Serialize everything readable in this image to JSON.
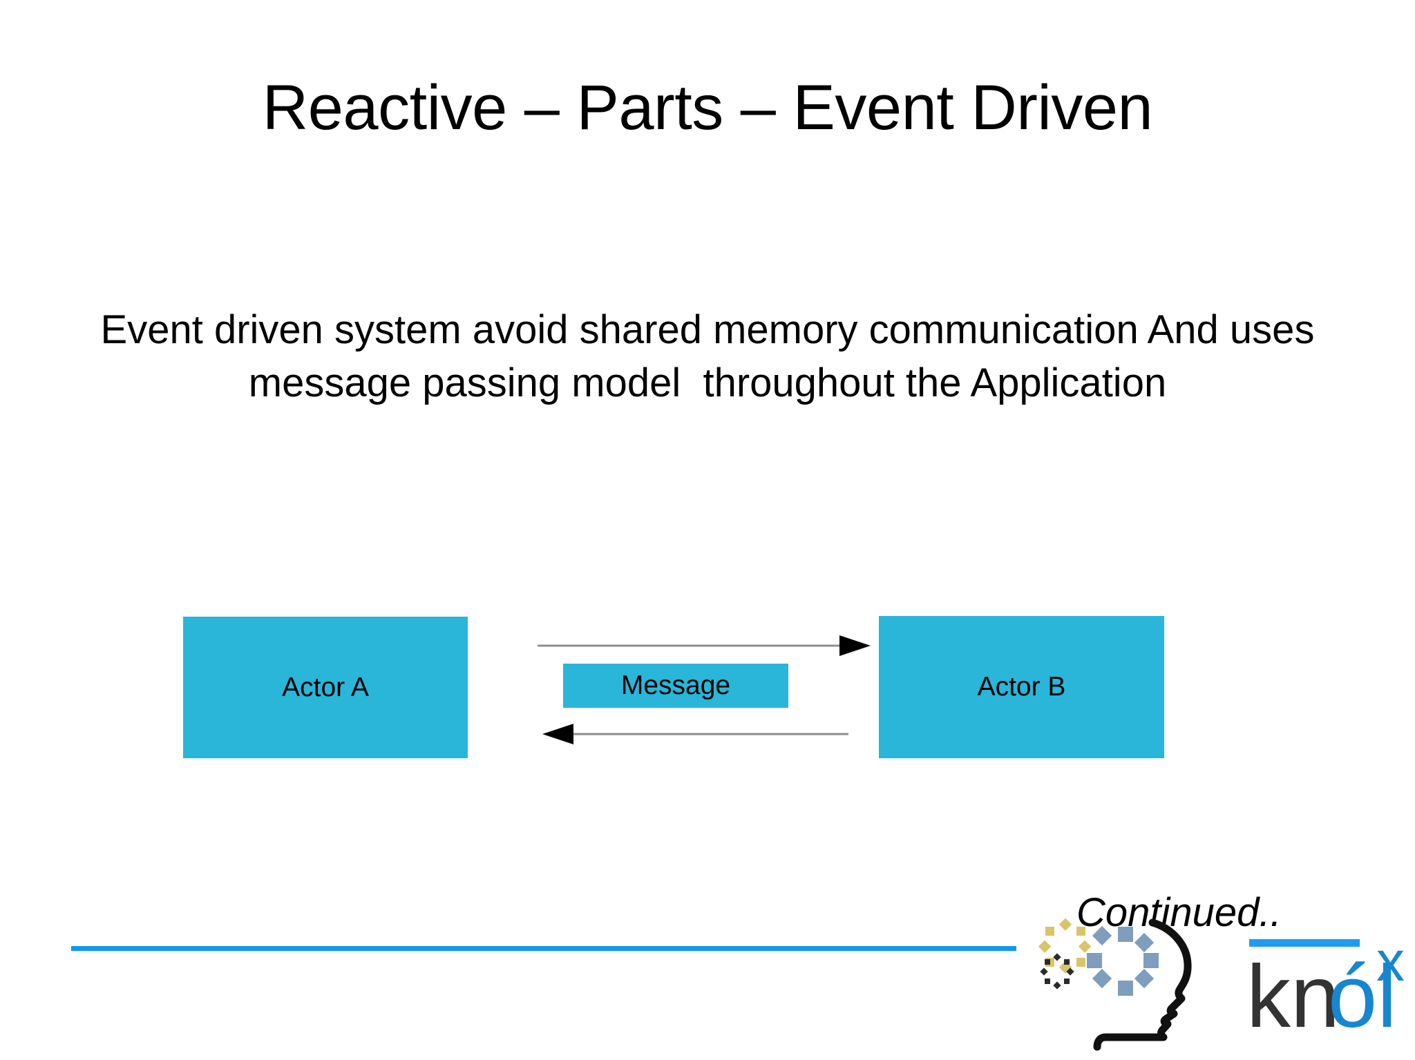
{
  "slide": {
    "title": "Reactive – Parts – Event Driven",
    "body": "Event driven system avoid shared memory communication And uses message passing model  throughout the Application",
    "body_lines": [
      "Event driven system avoid shared memory communication",
      "And uses message passing model  throughout the",
      "Application"
    ],
    "continued_note": "Continued..",
    "background_color": "#ffffff",
    "text_color": "#000000"
  },
  "diagram": {
    "type": "actor-message-exchange",
    "accent_color": "#29b6d8",
    "actor_a": {
      "label": "Actor A"
    },
    "actor_b": {
      "label": "Actor B"
    },
    "message": {
      "label": "Message"
    },
    "arrows": [
      {
        "name": "a-to-b",
        "direction": "right",
        "color": "#808080"
      },
      {
        "name": "b-to-a",
        "direction": "left",
        "color": "#808080"
      }
    ]
  },
  "footer": {
    "rule_color": "#1199e8",
    "logo": {
      "name": "knolx-logo",
      "text_dark": "kn",
      "text_accent": "ól",
      "superscript": "x",
      "dark_color": "#333333",
      "accent_color": "#1786d0",
      "bar_color": "#1f9cf0",
      "ring_gold": "#d8c469",
      "ring_dark": "#2b2b2b",
      "ring_blue": "#7f9dbd"
    }
  }
}
